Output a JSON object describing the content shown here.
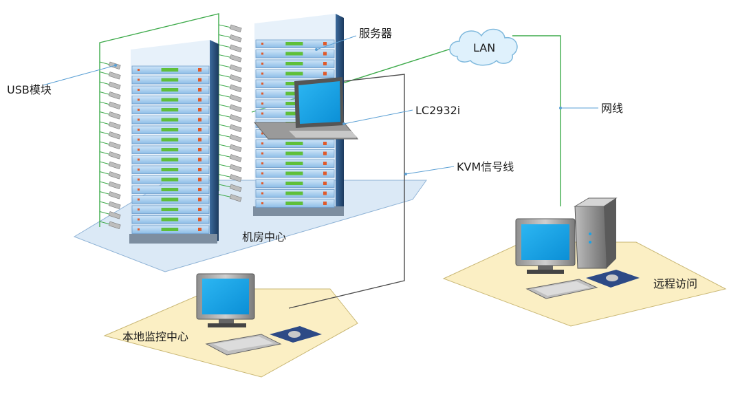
{
  "labels": {
    "usb_module": "USB模块",
    "servers": "服务器",
    "lan": "LAN",
    "lc2932i": "LC2932i",
    "network_cable": "网线",
    "kvm_cable": "KVM信号线",
    "machine_room": "机房中心",
    "local_monitor": "本地监控中心",
    "remote_access": "远程访问"
  },
  "colors": {
    "green_line": "#3daa4a",
    "kvm_line": "#4b4b4b",
    "pointer_line": "#5a9fd4",
    "room_floor": "#dbe9f6",
    "station_floor": "#fbefc4",
    "server_face": "#a9cdee",
    "rack_dark": "#2a4f7a",
    "screen": "#1aa3e8"
  }
}
